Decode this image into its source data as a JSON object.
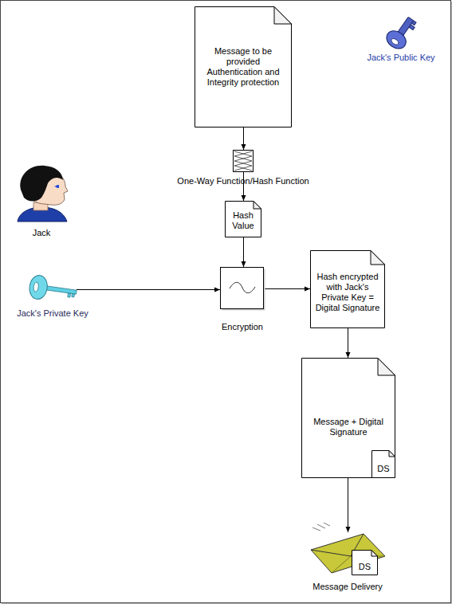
{
  "diagram": {
    "nodes": [
      {
        "text": [
          "Message to be provided Authentication and Integrity protection"
        ]
      },
      {
        "text": [
          "One-Way Function/Hash Function"
        ]
      },
      {
        "text": [
          "Hash Value"
        ]
      },
      {
        "text": [
          "Jack's Private Key"
        ]
      },
      {
        "text": [
          "Encryption"
        ]
      },
      {
        "text": [
          "Hash encrypted with Jack's Private Key = Digital Signature"
        ]
      },
      {
        "text": [
          "Message + Digital Signature"
        ]
      },
      {
        "text": [
          "DS"
        ],
        "in": 6
      },
      {
        "text": [
          "Message Delivery"
        ]
      },
      {
        "text": [
          "DS"
        ],
        "in": 8
      }
    ],
    "edges": [
      {
        "from": 0,
        "to": 1,
        "arrow": "to"
      },
      {
        "from": 1,
        "to": 2,
        "arrow": "to"
      },
      {
        "from": 2,
        "to": 4,
        "arrow": "to"
      },
      {
        "from": 3,
        "to": 4,
        "arrow": "to"
      },
      {
        "from": 4,
        "to": 5,
        "arrow": "to"
      },
      {
        "from": 5,
        "to": 6,
        "arrow": "to"
      },
      {
        "from": 6,
        "to": 8,
        "arrow": "to"
      }
    ],
    "labels": [
      "Jack's Public Key",
      "Jack"
    ]
  }
}
